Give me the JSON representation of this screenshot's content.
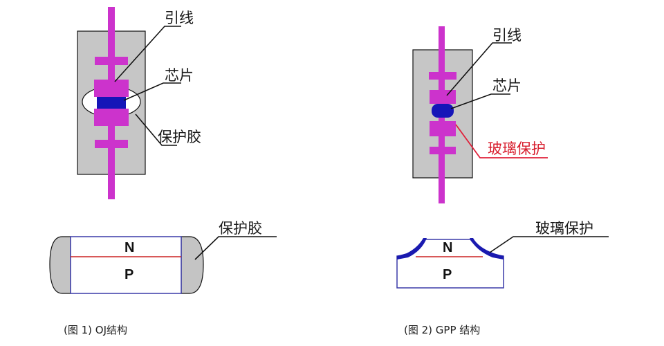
{
  "colors": {
    "lead": "#cc33cc",
    "chip": "#1515b8",
    "housing": "#c6c6c6",
    "outline": "#111111",
    "label": "#1a1a1a",
    "glass_label": "#d81c2c",
    "glass_leader": "#e0203a",
    "junction_line": "#cc2222",
    "wafer_edge": "#3a3aa8",
    "glass_coat": "#1a1ab0",
    "passivation": "#c4c4c4"
  },
  "figure1": {
    "labels": {
      "lead": "引线",
      "chip": "芯片",
      "glue": "保护胶"
    },
    "cross_section": {
      "label": "保护胶",
      "n": "N",
      "p": "P"
    },
    "caption": "(图 1) OJ结构"
  },
  "figure2": {
    "labels": {
      "lead": "引线",
      "chip": "芯片",
      "glass": "玻璃保护"
    },
    "cross_section": {
      "label": "玻璃保护",
      "n": "N",
      "p": "P"
    },
    "caption": "(图 2) GPP 结构"
  }
}
